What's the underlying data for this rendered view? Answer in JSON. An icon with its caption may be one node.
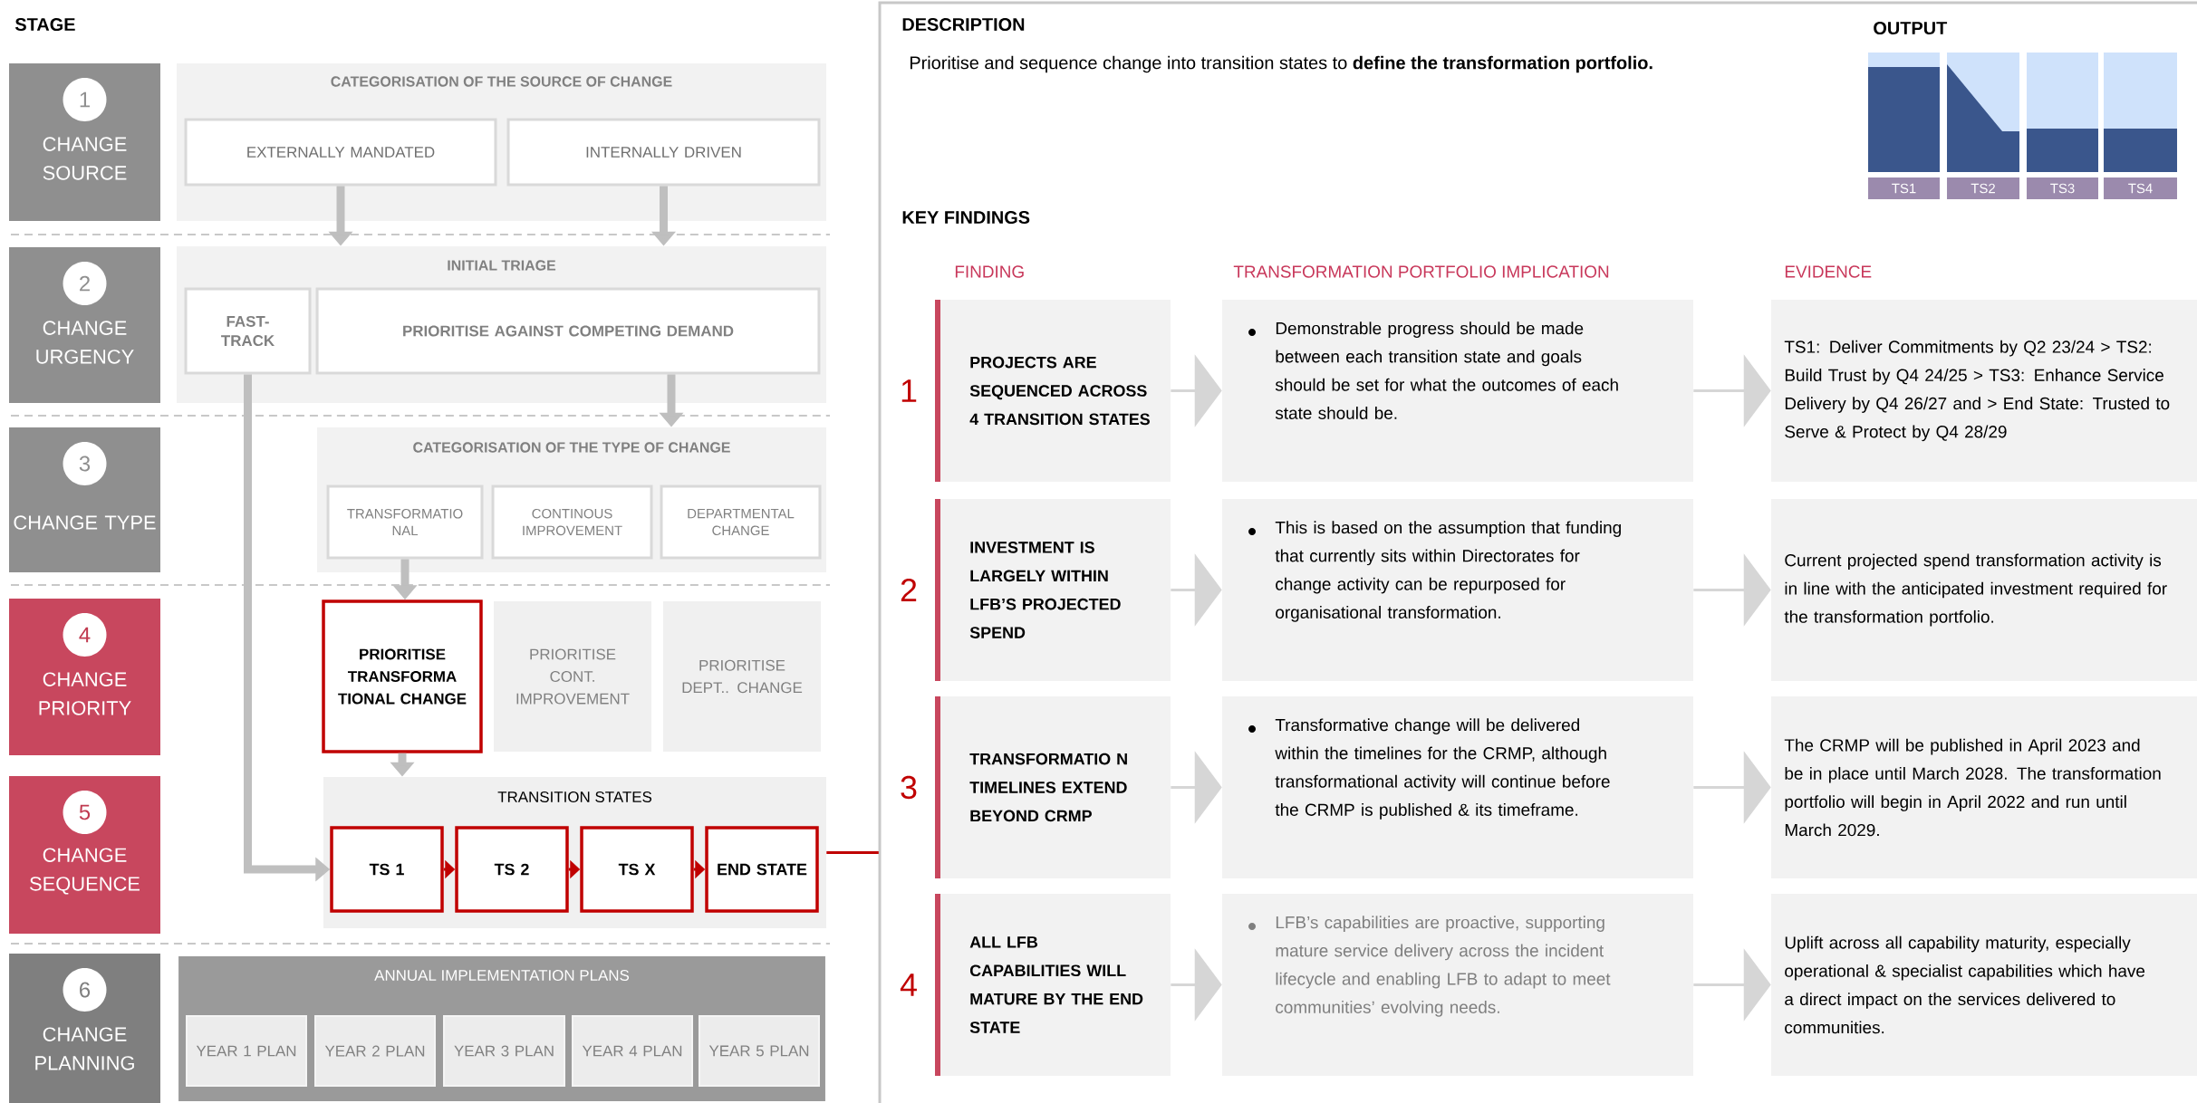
{
  "diagram": {
    "nodes": [
      {
        "text": [
          "1",
          "CHANGE SOURCE"
        ]
      },
      {
        "text": [
          "2",
          "CHANGE URGENCY"
        ]
      },
      {
        "text": [
          "3",
          "CHANGE TYPE"
        ]
      },
      {
        "text": [
          "4",
          "CHANGE PRIORITY"
        ]
      },
      {
        "text": [
          "5",
          "CHANGE SEQUENCE"
        ]
      },
      {
        "text": [
          "6",
          "CHANGE PLANNING"
        ]
      },
      {
        "text": [
          "CATEGORISATION OF THE SOURCE OF CHANGE"
        ]
      },
      {
        "text": [
          "EXTERNALLY MANDATED"
        ],
        "in": 6
      },
      {
        "text": [
          "INTERNALLY DRIVEN"
        ],
        "in": 6
      },
      {
        "text": [
          "INITIAL TRIAGE"
        ]
      },
      {
        "text": [
          "FAST- TRACK"
        ],
        "in": 9
      },
      {
        "text": [
          "PRIORITISE AGAINST COMPETING DEMAND"
        ],
        "in": 9
      },
      {
        "text": [
          "CATEGORISATION OF THE TYPE OF CHANGE"
        ]
      },
      {
        "text": [
          "TRANSFORMATIO NAL"
        ],
        "in": 12
      },
      {
        "text": [
          "CONTINOUS IMPROVEMENT"
        ],
        "in": 12
      },
      {
        "text": [
          "DEPARTMENTAL CHANGE"
        ],
        "in": 12
      },
      {
        "text": [
          "PRIORITISE TRANSFORMA TIONAL CHANGE"
        ]
      },
      {
        "text": [
          "PRIORITISE CONT. IMPROVEMENT"
        ]
      },
      {
        "text": [
          "PRIORITISE DEPT.. CHANGE"
        ]
      },
      {
        "text": [
          "TRANSITION STATES"
        ]
      },
      {
        "text": [
          "TS 1"
        ],
        "in": 19
      },
      {
        "text": [
          "TS 2"
        ],
        "in": 19
      },
      {
        "text": [
          "TS X"
        ],
        "in": 19
      },
      {
        "text": [
          "END STATE"
        ],
        "in": 19
      },
      {
        "text": [
          "ANNUAL IMPLEMENTATION PLANS"
        ]
      },
      {
        "text": [
          "YEAR 1 PLAN"
        ],
        "in": 24
      },
      {
        "text": [
          "YEAR 2 PLAN"
        ],
        "in": 24
      },
      {
        "text": [
          "YEAR 3 PLAN"
        ],
        "in": 24
      },
      {
        "text": [
          "YEAR 4 PLAN"
        ],
        "in": 24
      },
      {
        "text": [
          "YEAR 5 PLAN"
        ],
        "in": 24
      },
      {
        "text": [],
        "shape": "box"
      },
      {
        "text": [
          "PROJECTS ARE SEQUENCED ACROSS 4 TRANSITION STATES"
        ],
        "in": 30,
        "beside": [
          "1"
        ]
      },
      {
        "text": [
          "Demonstrable progress should be made between each transition state and goals should be set for what the outcomes of each state should be."
        ],
        "in": 30
      },
      {
        "text": [
          "TS1: Deliver Commitments by Q2 23/24 > TS2: Build Trust by Q4 24/25 > TS3: Enhance Service Delivery by Q4 26/27 and > End State: Trusted to Serve & Protect by Q4 28/29"
        ],
        "in": 30
      },
      {
        "text": [
          "INVESTMENT IS LARGELY WITHIN LFB’S PROJECTED SPEND"
        ],
        "in": 30,
        "beside": [
          "2"
        ]
      },
      {
        "text": [
          "This is based on the assumption that funding that currently sits within Directorates for change activity can be repurposed for organisational transformation."
        ],
        "in": 30
      },
      {
        "text": [
          "Current projected spend transformation activity is in line with the anticipated investment required for the transformation portfolio."
        ],
        "in": 30
      },
      {
        "text": [
          "TRANSFORMATIO N TIMELINES EXTEND BEYOND CRMP"
        ],
        "in": 30,
        "beside": [
          "3"
        ]
      },
      {
        "text": [
          "Transformative change will be delivered within the timelines for the CRMP, although transformational activity will continue before the CRMP is published & its timeframe."
        ],
        "in": 30
      },
      {
        "text": [
          "The CRMP will be published in April 2023 and be in place until March 2028. The transformation portfolio will begin in April 2022 and run until March 2029."
        ],
        "in": 30
      },
      {
        "text": [
          "ALL LFB CAPABILITIES WILL MATURE BY THE END STATE"
        ],
        "in": 30,
        "beside": [
          "4"
        ]
      },
      {
        "text": [
          "LFB’s capabilities are proactive, supporting mature service delivery across the incident lifecycle and enabling LFB to adapt to meet communities’ evolving needs."
        ],
        "in": 30
      },
      {
        "text": [
          "Uplift across all capability maturity, especially operational & specialist capabilities which have a direct impact on the services delivered to communities."
        ],
        "in": 30
      }
    ],
    "edges": [
      {
        "from": 7,
        "to": 9,
        "arrow": "to",
        "style": "thick",
        "color": "#bfbfbf"
      },
      {
        "from": 8,
        "to": 9,
        "arrow": "to",
        "style": "thick",
        "color": "#bfbfbf"
      },
      {
        "from": 11,
        "to": 12,
        "arrow": "to",
        "style": "thick",
        "color": "#bfbfbf"
      },
      {
        "from": 10,
        "to": 20,
        "arrow": "to",
        "style": "thick",
        "color": "#bfbfbf"
      },
      {
        "from": 13,
        "to": 16,
        "arrow": "to",
        "style": "thick",
        "color": "#bfbfbf"
      },
      {
        "from": 16,
        "to": 19,
        "arrow": "to",
        "style": "thick",
        "color": "#bfbfbf"
      },
      {
        "from": 20,
        "to": 21,
        "arrow": "to",
        "color": "#c00000"
      },
      {
        "from": 21,
        "to": 22,
        "arrow": "to",
        "color": "#c00000"
      },
      {
        "from": 22,
        "to": 23,
        "arrow": "to",
        "color": "#c00000"
      },
      {
        "from": 19,
        "to": 30,
        "arrow": "none",
        "color": "#c00000"
      },
      {
        "from": 31,
        "to": 32,
        "arrow": "to"
      },
      {
        "from": 32,
        "to": 33,
        "arrow": "to"
      },
      {
        "from": 34,
        "to": 35,
        "arrow": "to"
      },
      {
        "from": 35,
        "to": 36,
        "arrow": "to"
      },
      {
        "from": 37,
        "to": 38,
        "arrow": "to"
      },
      {
        "from": 38,
        "to": 39,
        "arrow": "to"
      },
      {
        "from": 40,
        "to": 41,
        "arrow": "to"
      },
      {
        "from": 41,
        "to": 42,
        "arrow": "to"
      }
    ],
    "labels": [
      "STAGE",
      "DESCRIPTION",
      "Prioritise and sequence change into transition states to **define the transformation portfolio.**",
      "OUTPUT",
      "TS1",
      "TS2",
      "TS3",
      "TS4",
      "KEY FINDINGS",
      "FINDING",
      "TRANSFORMATION PORTFOLIO IMPLICATION",
      "EVIDENCE"
    ]
  }
}
